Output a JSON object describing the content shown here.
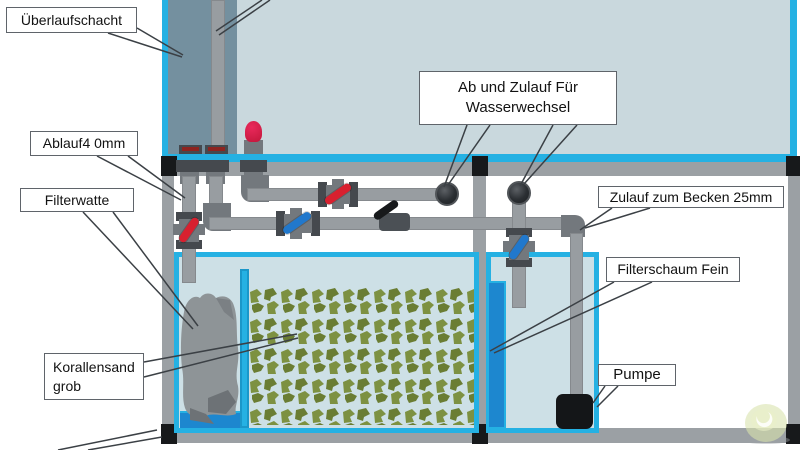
{
  "diagram": {
    "labels": {
      "ueberlaufschacht": "Überlaufschacht",
      "ablauf": "Ablauf4 0mm",
      "filterwatte": "Filterwatte",
      "korallensand_line1": "Korallensand",
      "korallensand_line2": "grob",
      "wasserwechsel_line1": "Ab und Zulauf Für",
      "wasserwechsel_line2": "Wasserwechsel",
      "zulauf_becken": "Zulauf zum Becken 25mm",
      "filterschaum": "Filterschaum Fein",
      "pumpe": "Pumpe"
    }
  },
  "colors": {
    "cyan": "#25b1e3",
    "water": "#c9d8dd",
    "shaft": "#74909f",
    "sump_water": "#cde0e6",
    "frame_gray": "#9ba0a4",
    "pipe_gray": "#989da1",
    "fitting_dark": "#45494e",
    "fitting_mid": "#73787d",
    "valve_red": "#d8202f",
    "inlet_red": "#e9295b",
    "valve_blue": "#2178cc",
    "foam_blue": "#1d87cf",
    "sand_olive": "#7d9141",
    "sand_olive_dark": "#6a7d33",
    "watte_gray": "#8e9497",
    "black": "#17191b",
    "label_border": "#5f646a",
    "line": "#3b4045"
  }
}
